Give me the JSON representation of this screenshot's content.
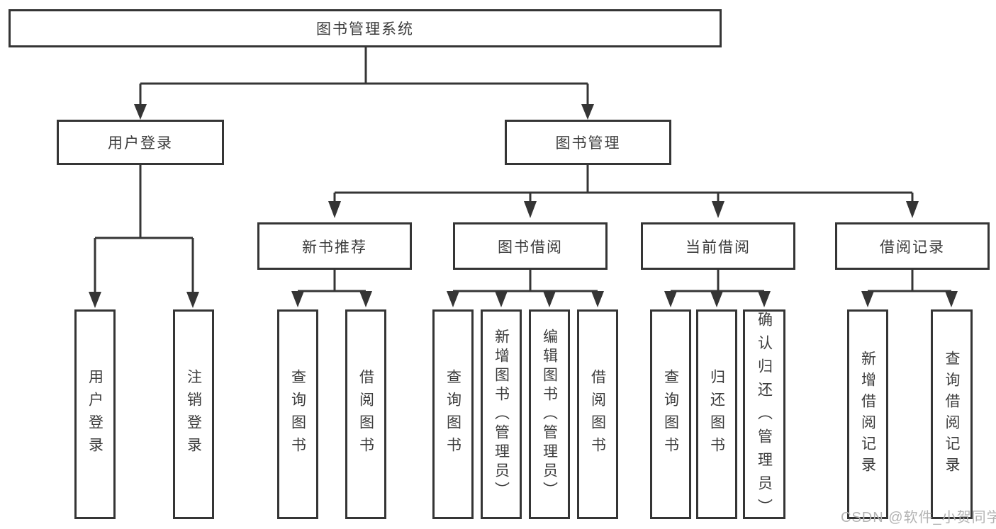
{
  "diagram": {
    "root": {
      "label": "图书管理系统",
      "children": [
        {
          "label": "用户登录",
          "children": [
            {
              "label": "用户登录"
            },
            {
              "label": "注销登录"
            }
          ]
        },
        {
          "label": "图书管理",
          "children": [
            {
              "label": "新书推荐",
              "children": [
                {
                  "label": "查询图书"
                },
                {
                  "label": "借阅图书"
                }
              ]
            },
            {
              "label": "图书借阅",
              "children": [
                {
                  "label": "查询图书"
                },
                {
                  "label": "新增图书（管理员）"
                },
                {
                  "label": "编辑图书（管理员）"
                },
                {
                  "label": "借阅图书"
                }
              ]
            },
            {
              "label": "当前借阅",
              "children": [
                {
                  "label": "查询图书"
                },
                {
                  "label": "归还图书"
                },
                {
                  "label": "确认归还（管理员）"
                }
              ]
            },
            {
              "label": "借阅记录",
              "children": [
                {
                  "label": "新增借阅记录"
                },
                {
                  "label": "查询借阅记录"
                }
              ]
            }
          ]
        }
      ]
    },
    "watermark": "CSDN @软件_小贺同学",
    "colors": {
      "line": "#353535",
      "text": "#3c3c3c",
      "watermark": "#b3b3b3",
      "background": "#ffffff"
    }
  }
}
